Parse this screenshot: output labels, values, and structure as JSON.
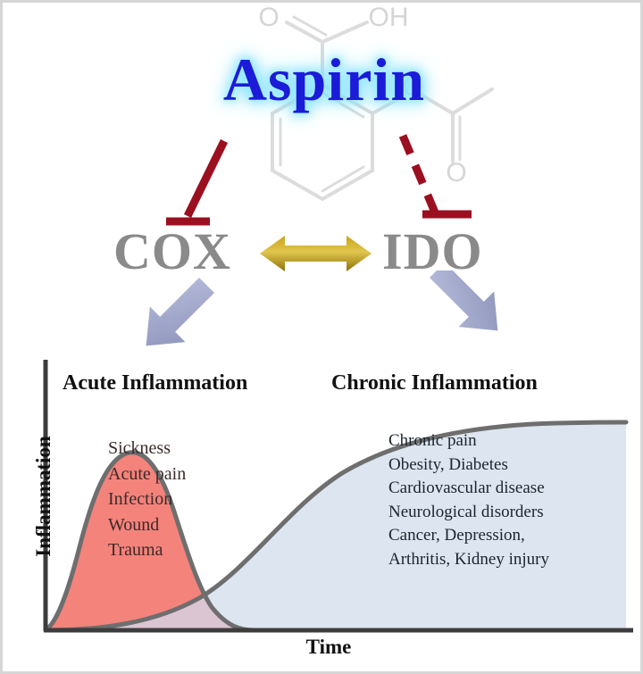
{
  "title": {
    "drug_name": "Aspirin",
    "color": "#1b1bd8",
    "glow_color": "#8fe8ff"
  },
  "molecule": {
    "name": "aspirin-skeletal-structure",
    "stroke_color": "#d9d9d9",
    "atom_labels": [
      "O",
      "OH",
      "O",
      "O"
    ],
    "label_carboxyl_o": "O",
    "label_carboxyl_oh": "OH",
    "label_ester_o": "O",
    "label_carbonyl_o": "O"
  },
  "enzymes": {
    "left": "COX",
    "right": "IDO",
    "label_color": "#8a8a8a",
    "link_arrow": {
      "name": "bidirectional-gold-arrow",
      "color_start": "#b8960f",
      "color_end": "#d8b830",
      "direction": "both"
    },
    "inhibition": {
      "color": "#9b1020",
      "left_style": "solid",
      "right_style": "dashed",
      "symbol": "T-bar"
    }
  },
  "downstream_arrows": {
    "color": "#9aa2c8",
    "left_target": "Acute Inflammation",
    "right_target": "Chronic Inflammation"
  },
  "chart_data": {
    "type": "area",
    "title": "",
    "xlabel": "Time",
    "ylabel": "Inflammation",
    "grid": false,
    "legend": "inline-labels",
    "axis_color": "#3c3c3c",
    "curve_stroke": "#6e6e6e",
    "xlim": [
      0,
      100
    ],
    "ylim": [
      0,
      100
    ],
    "series": [
      {
        "name": "Acute Inflammation",
        "fill": "#F4837B",
        "overlap_fill": "#DCC5D3",
        "x": [
          0,
          4,
          8,
          12,
          16,
          20,
          24,
          28,
          32,
          36,
          40,
          44,
          48,
          52,
          56,
          60,
          64,
          70,
          78,
          86,
          100
        ],
        "values": [
          0,
          10,
          32,
          58,
          80,
          92,
          96,
          93,
          84,
          72,
          58,
          44,
          32,
          22,
          15,
          9,
          6,
          3,
          1,
          0,
          0
        ]
      },
      {
        "name": "Chronic Inflammation",
        "fill": "#DDE5F0",
        "x": [
          0,
          8,
          16,
          24,
          32,
          40,
          48,
          56,
          64,
          72,
          80,
          88,
          96,
          100
        ],
        "values": [
          0,
          1,
          4,
          10,
          20,
          33,
          48,
          62,
          75,
          85,
          92,
          96,
          98,
          98
        ]
      }
    ],
    "annotations": {
      "acute_heading": "Acute Inflammation",
      "chronic_heading": "Chronic Inflammation",
      "acute_items": [
        "Sickness",
        "Acute pain",
        "Infection",
        "Wound",
        "Trauma"
      ],
      "chronic_items": [
        "Chronic pain",
        "Obesity, Diabetes",
        "Cardiovascular disease",
        "Neurological disorders",
        "Cancer, Depression,",
        "Arthritis, Kidney injury"
      ]
    }
  }
}
